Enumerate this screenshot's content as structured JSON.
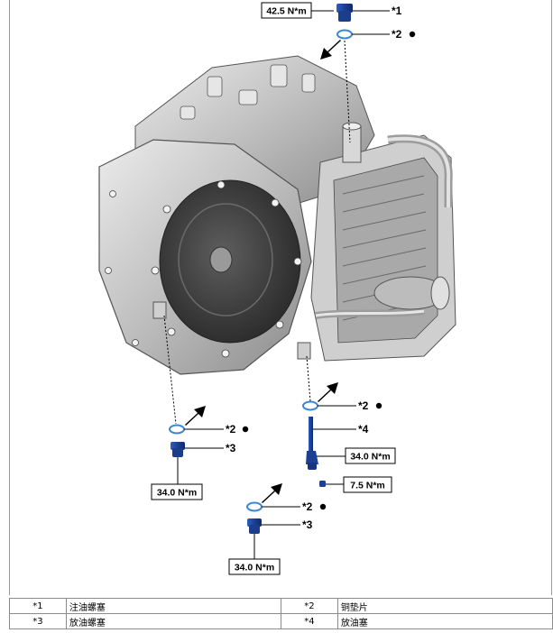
{
  "callouts": {
    "c1": "*1",
    "c2": "*2",
    "c3": "*3",
    "c4": "*4"
  },
  "torques": {
    "filler_plug": "42.5 N*m",
    "drain_plug_left": "34.0 N*m",
    "drain_plug_center": "34.0 N*m",
    "drain_plug_right": "34.0 N*m",
    "small_plug": "7.5 N*m"
  },
  "legend": [
    {
      "code": "*1",
      "label": "注油螺塞"
    },
    {
      "code": "*2",
      "label": "铜垫片"
    },
    {
      "code": "*3",
      "label": "放油螺塞"
    },
    {
      "code": "*4",
      "label": "放油塞"
    }
  ],
  "colors": {
    "plug": "#1f4aa6",
    "gasket": "#3a86d6",
    "housing_light": "#d6d6d6",
    "housing_dark": "#6e6e6e"
  },
  "icons": [
    "arrow-icon",
    "bullet-icon"
  ]
}
